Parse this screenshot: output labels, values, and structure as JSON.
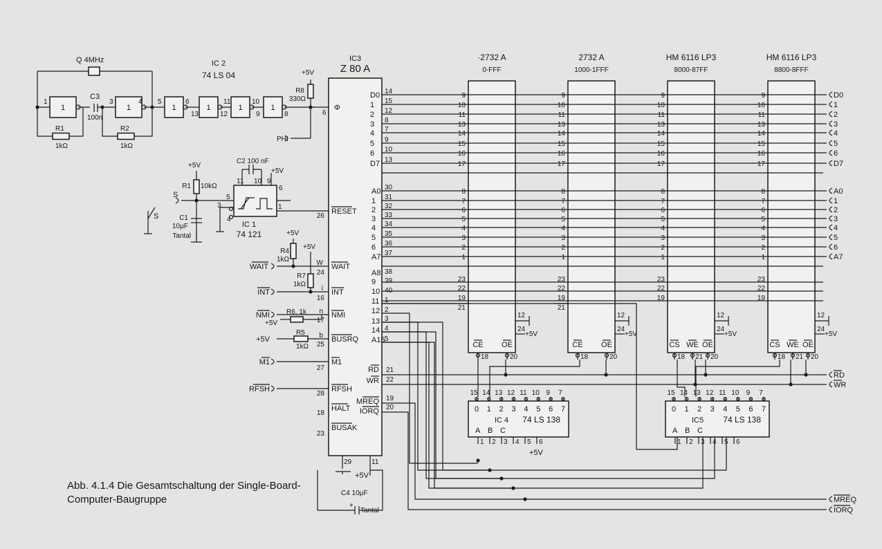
{
  "caption": "Abb. 4.1.4 Die Gesamtschaltung der Single-Board-Computer-Baugruppe",
  "clock": {
    "crystal": "Q 4MHz",
    "c3": "C3",
    "c3_val": "100n",
    "r1": "R1",
    "r1_val": "1kΩ",
    "r2": "R2",
    "r2_val": "1kΩ",
    "ic2": "IC 2",
    "ic2_type": "74 LS 04",
    "inv": "1",
    "r8": "R8",
    "r8_val": "330Ω",
    "vcc": "+5V",
    "phi": "PHI",
    "phi_sym": "Φ"
  },
  "cpu": {
    "ref": "IC3",
    "type": "Z 80 A",
    "gnd_pin": "29",
    "vcc_pin": "11",
    "vcc": "+5V"
  },
  "cpu_left_labels": [
    "D0",
    "1",
    "2",
    "3",
    "4",
    "5",
    "6",
    "D7",
    "A0",
    "1",
    "2",
    "3",
    "4",
    "5",
    "6",
    "A7",
    "A8",
    "9",
    "10",
    "11",
    "12",
    "13",
    "14",
    "A15"
  ],
  "cpu_right_pins": [
    "14",
    "15",
    "12",
    "8",
    "7",
    "9",
    "10",
    "13",
    "30",
    "31",
    "32",
    "33",
    "34",
    "35",
    "36",
    "37",
    "38",
    "39",
    "40",
    "1",
    "2",
    "3",
    "4",
    "5",
    "21",
    "22",
    "19",
    "20"
  ],
  "cpu_signals": [
    {
      "name": "WAIT",
      "pin": "24",
      "letter": "W"
    },
    {
      "name": "INT",
      "pin": "16",
      "letter": "i"
    },
    {
      "name": "NMI",
      "pin": "17",
      "letter": "n"
    },
    {
      "name": "BUSRQ",
      "pin": "25",
      "letter": "b"
    },
    {
      "name": "M1",
      "pin": "27",
      "letter": ""
    },
    {
      "name": "RFSH",
      "pin": "28",
      "letter": ""
    },
    {
      "name": "HALT",
      "pin": "18",
      "letter": ""
    },
    {
      "name": "BUSAK",
      "pin": "23",
      "letter": ""
    },
    {
      "name": "RESET",
      "pin": "26",
      "letter": ""
    }
  ],
  "ctrl_right": [
    "RD",
    "WR",
    "MREQ",
    "IORQ"
  ],
  "left_pull": {
    "r4": "R4",
    "r4_val": "1kΩ",
    "r7": "R7",
    "r7_val": "1kΩ",
    "r6": "R6, 1k",
    "r5": "R5",
    "r5_val": "1kΩ",
    "vcc": "+5V"
  },
  "reset": {
    "r1": "R1",
    "r1_val": "10kΩ",
    "c1": "C1",
    "c1_val": "10µF",
    "c1_type": "Tantal",
    "c2": "C2",
    "c2_val": "100 nF",
    "switch": "S",
    "ic": "IC 1",
    "ic_type": "74 121",
    "pins": [
      "11",
      "10",
      "9",
      "6",
      "5",
      "3",
      "4",
      "1"
    ],
    "vcc": "+5V"
  },
  "c4": {
    "ref": "C4",
    "val": "10µF",
    "type": "Tantal",
    "plus": "+"
  },
  "memories": [
    {
      "part": "·2732 A",
      "range": "0-FFF",
      "ctrl": [
        "CE",
        "OE"
      ],
      "ctrl_pins": [
        "18",
        "20"
      ]
    },
    {
      "part": "2732 A",
      "range": "1000-1FFF",
      "ctrl": [
        "CE",
        "OE"
      ],
      "ctrl_pins": [
        "18",
        "20"
      ]
    },
    {
      "part": "HM 6116 LP3",
      "range": "8000-87FF",
      "ctrl": [
        "CS",
        "WE",
        "OE"
      ],
      "ctrl_pins": [
        "18",
        "21",
        "20"
      ]
    },
    {
      "part": "HM 6116 LP3",
      "range": "8800-8FFF",
      "ctrl": [
        "CS",
        "WE",
        "OE"
      ],
      "ctrl_pins": [
        "18",
        "21",
        "20"
      ]
    }
  ],
  "mem_pin_data": [
    "9",
    "10",
    "11",
    "13",
    "14",
    "15",
    "16",
    "17"
  ],
  "mem_pin_addr": [
    "8",
    "7",
    "6",
    "5",
    "4",
    "3",
    "2",
    "1"
  ],
  "mem_pin_high_rom": [
    "23",
    "22",
    "19",
    "21"
  ],
  "mem_pin_high_ram": [
    "23",
    "22",
    "19"
  ],
  "mem_power": [
    "12",
    "24",
    "+5V"
  ],
  "bus_right_data": [
    "D0",
    "1",
    "2",
    "3",
    "4",
    "5",
    "6",
    "D7"
  ],
  "bus_right_addr": [
    "A0",
    "1",
    "2",
    "3",
    "4",
    "5",
    "6",
    "A7"
  ],
  "decoders": [
    {
      "ref": "IC 4",
      "type": "74 LS 138",
      "top_pins": [
        "15",
        "14",
        "13",
        "12",
        "11",
        "10",
        "9",
        "7"
      ],
      "outputs": [
        "0",
        "1",
        "2",
        "3",
        "4",
        "5",
        "6",
        "7"
      ],
      "inputs": [
        "A",
        "B",
        "C"
      ],
      "bottom_pins": [
        "1",
        "2",
        "3",
        "4",
        "5",
        "6"
      ],
      "vcc": "+5V"
    },
    {
      "ref": "IC5",
      "type": "74 LS 138",
      "top_pins": [
        "15",
        "14",
        "13",
        "12",
        "11",
        "10",
        "9",
        "7"
      ],
      "outputs": [
        "0",
        "1",
        "2",
        "3",
        "4",
        "5",
        "6",
        "7"
      ],
      "inputs": [
        "A",
        "B",
        "C"
      ],
      "bottom_pins": [
        "1",
        "2",
        "3",
        "4",
        "5",
        "6"
      ],
      "vcc": ""
    }
  ]
}
